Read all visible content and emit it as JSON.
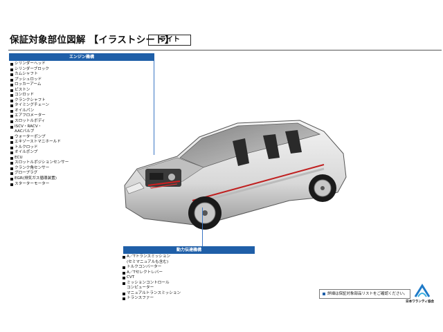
{
  "header": {
    "title": "保証対象部位図解 【イラストシート】",
    "grade": "ライト"
  },
  "engine": {
    "heading": "エンジン機構",
    "items": [
      {
        "text": "シリンダーヘッド",
        "bullet": true
      },
      {
        "text": "シリンダーブロック",
        "bullet": true
      },
      {
        "text": "カムシャフト",
        "bullet": true
      },
      {
        "text": "プッシュロッド",
        "bullet": true
      },
      {
        "text": "ロッカーアーム",
        "bullet": true
      },
      {
        "text": "ピストン",
        "bullet": true
      },
      {
        "text": "コンロッド",
        "bullet": true
      },
      {
        "text": "クランクシャフト",
        "bullet": true
      },
      {
        "text": "タイミングチェーン",
        "bullet": true
      },
      {
        "text": "オイルパン",
        "bullet": true
      },
      {
        "text": "エアフロメーター",
        "bullet": true
      },
      {
        "text": "スロットルボディ",
        "bullet": true
      },
      {
        "text": "ISCV・RACV・",
        "bullet": true
      },
      {
        "text": "AACバルブ",
        "bullet": false
      },
      {
        "text": "ウォーターポンプ",
        "bullet": true
      },
      {
        "text": "エキゾーストマニホールド",
        "bullet": true
      },
      {
        "text": "トルクロッド",
        "bullet": true
      },
      {
        "text": "オイルポンプ",
        "bullet": true
      },
      {
        "text": "ECU",
        "bullet": true
      },
      {
        "text": "スロットルポジションセンサー",
        "bullet": true
      },
      {
        "text": "クランク角センサー",
        "bullet": true
      },
      {
        "text": "グロープラグ",
        "bullet": true
      },
      {
        "text": "EGR(排気ガス循環装置)",
        "bullet": true
      },
      {
        "text": "スターターモーター",
        "bullet": true
      }
    ]
  },
  "power": {
    "heading": "動力伝達機構",
    "items": [
      {
        "text": "A／Tトランスミッション",
        "bullet": true
      },
      {
        "text": "(セミマニュアルも含む)",
        "bullet": false
      },
      {
        "text": "トルクコンバーター",
        "bullet": true
      },
      {
        "text": "A／Tセレクトレバー",
        "bullet": true
      },
      {
        "text": "CVT",
        "bullet": true
      },
      {
        "text": "ミッションコントロール",
        "bullet": true
      },
      {
        "text": "コンピューター",
        "bullet": false
      },
      {
        "text": "マニュアルトランスミッション",
        "bullet": true
      },
      {
        "text": "トランスファー",
        "bullet": true
      }
    ]
  },
  "note": "詳細は保証対象部品リストをご確認ください。",
  "logo": {
    "text": "日本ワランティ協会"
  },
  "colors": {
    "accent": "#1f5fa8",
    "callout": "#3a75c4"
  }
}
